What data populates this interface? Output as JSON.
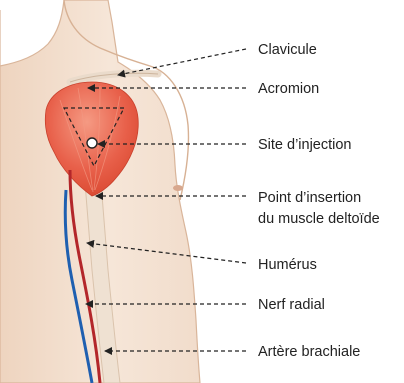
{
  "labels": {
    "clavicule": "Clavicule",
    "acromion": "Acromion",
    "site": "Site d’injection",
    "insertion_line1": "Point d’insertion",
    "insertion_line2": "du muscle deltoïde",
    "humerus": "Humérus",
    "nerf": "Nerf radial",
    "artere": "Artère brachiale"
  },
  "colors": {
    "skin": "#f4e2d2",
    "skin_outline": "#d9b59a",
    "muscle": "#e8604a",
    "nerve": "#b3262a",
    "artery": "#1f5fb0",
    "leader": "#222222"
  }
}
